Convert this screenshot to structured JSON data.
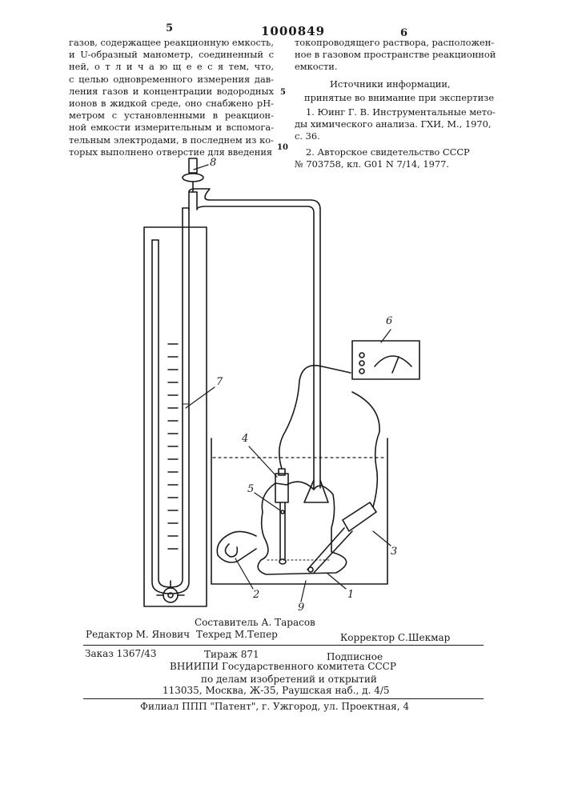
{
  "header": {
    "page_left": "5",
    "patent_number": "1000849",
    "page_right": "6"
  },
  "left_column": [
    "газов, содержащее реакционную емкость,",
    "и U-образный манометр, соединенный с",
    "ней, о т л и ч а ю щ е е с я тем, что,",
    "с целью одновременного измерения дав-",
    "ления газов и концентрации водородных",
    "ионов в жидкой среде, оно снабжено рН-",
    "метром с установленными в реакцион-",
    "ной емкости измерительным и вспомога-",
    "тельным электродами, в последнем из ко-",
    "торых выполнено отверстие для введения"
  ],
  "right_column": {
    "continuation": [
      "токопроводящего раствора, расположен-",
      "ное в газовом пространстве реакционной",
      "емкости."
    ],
    "sources_title": "Источники информации,",
    "sources_subtitle": "принятые во внимание при экспертизе",
    "ref1": [
      "1. Юинг Г. В. Инструментальные мето-",
      "ды химического анализа. ГХИ, М., 1970,",
      "с. 36."
    ],
    "ref2": [
      "2. Авторское свидетельство СССР",
      "№ 703758, кл. G01 N 7/14, 1977."
    ]
  },
  "line_numbers": [
    "5",
    "10"
  ],
  "figure": {
    "labels": {
      "l1": "1",
      "l2": "2",
      "l3": "3",
      "l4": "4",
      "l5": "5",
      "l6": "6",
      "l7": "7",
      "l8": "8",
      "l9": "9"
    }
  },
  "footer": {
    "compiler": "Составитель А. Тарасов",
    "editor": "Редактор М. Янович",
    "techred": "Техред М.Тепер",
    "corrector": "Корректор С.Шекмар",
    "order": "Заказ 1367/43",
    "circulation": "Тираж 871",
    "subscription": "Подписное",
    "org": "ВНИИПИ Государственного комитета СССР",
    "affairs": "по делам изобретений и открытий",
    "address": "113035, Москва, Ж-35, Раушская наб., д. 4/5",
    "branch": "Филиал ППП \"Патент\", г. Ужгород, ул. Проектная, 4"
  }
}
